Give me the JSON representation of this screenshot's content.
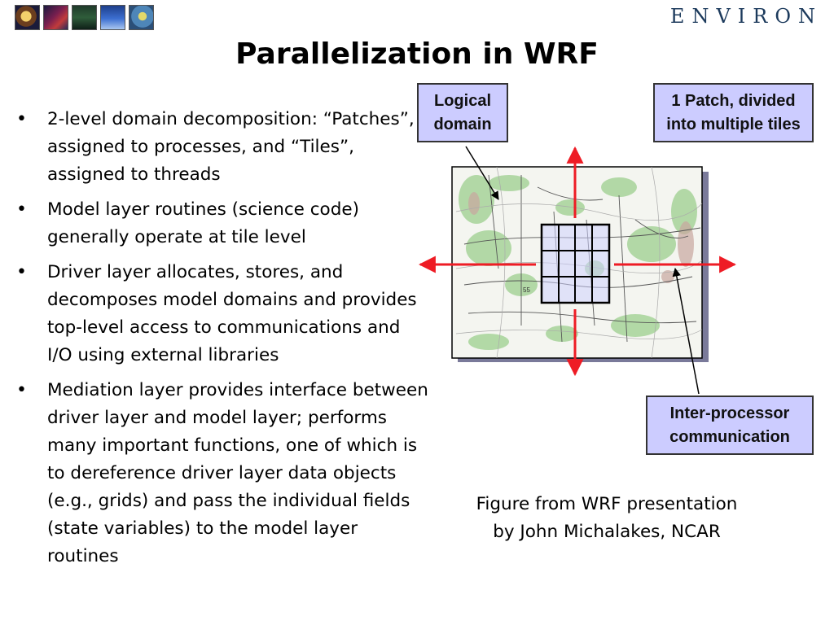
{
  "brand": {
    "name": "ENVIRON"
  },
  "slide": {
    "title": "Parallelization in WRF",
    "bullets": [
      "2-level domain decomposition: “Patches”, assigned to processes, and “Tiles”, assigned to threads",
      "Model layer routines (science code) generally operate at tile level",
      "Driver layer allocates, stores, and decomposes model domains and provides top-level access to communications and I/O using external libraries",
      "Mediation layer provides interface between driver layer and model layer; performs many important functions, one of which is to dereference driver layer data objects (e.g., grids) and pass the individual fields (state variables) to the model layer routines"
    ]
  },
  "figure": {
    "callouts": {
      "logical_line1": "Logical",
      "logical_line2": "domain",
      "patch_line1": "1 Patch, divided",
      "patch_line2": "into multiple tiles",
      "comm_line1": "Inter-processor",
      "comm_line2": "communication"
    },
    "caption_line1": "Figure from WRF presentation",
    "caption_line2": "by John Michalakes, NCAR",
    "map_text": "55"
  },
  "colors": {
    "arrow": "#ee1c25",
    "callout_bg": "#ccccff",
    "brand": "#1c3a5c",
    "grid": "#000000",
    "tile": "#cfd2ff"
  }
}
